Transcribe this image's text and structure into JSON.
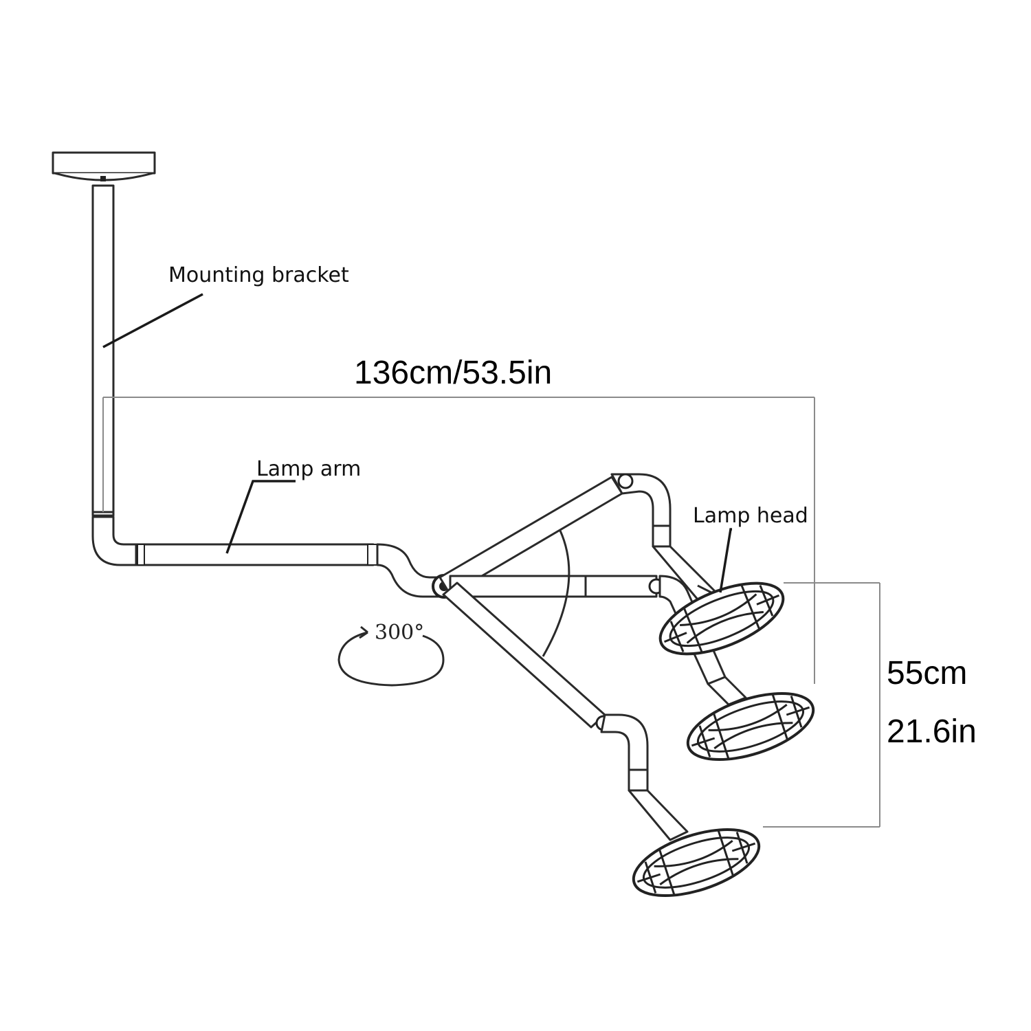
{
  "labels": {
    "mounting_bracket": "Mounting bracket",
    "lamp_arm": "Lamp arm",
    "lamp_head": "Lamp head",
    "rotation": "300°"
  },
  "dimensions": {
    "width": "136cm/53.5in",
    "height_cm": "55cm",
    "height_in": "21.6in"
  }
}
